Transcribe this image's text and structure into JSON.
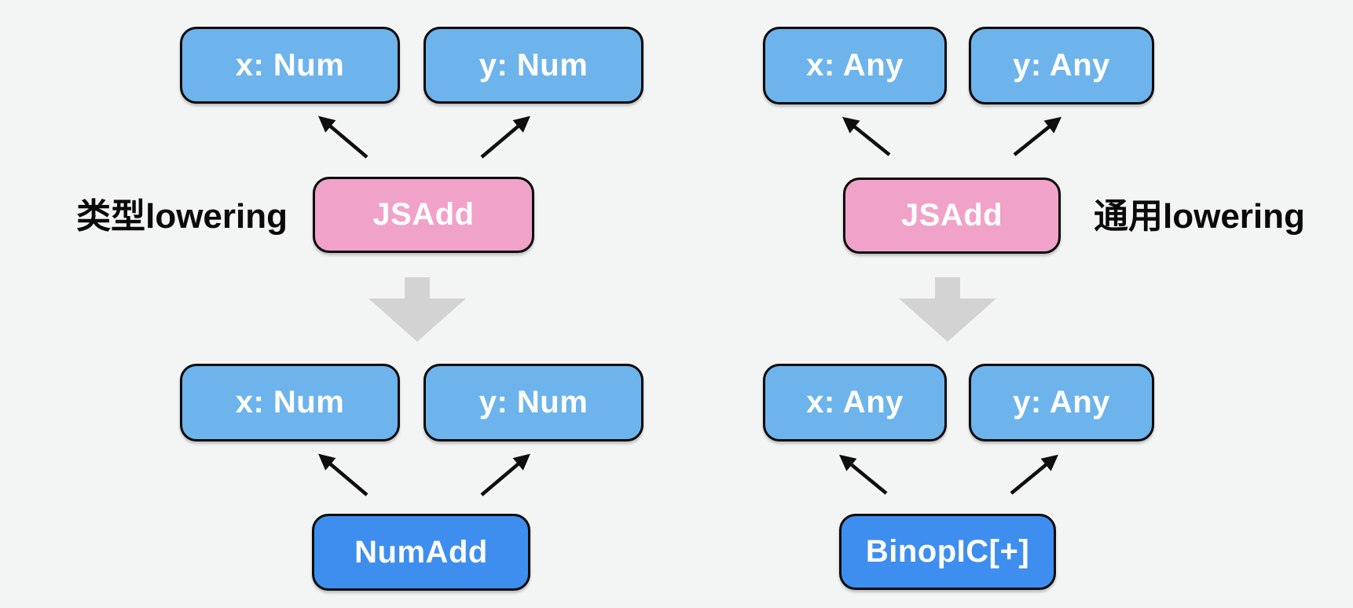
{
  "diagram": {
    "title_implied": "JSAdd lowering comparison",
    "colors": {
      "bg": "#f3f5f4",
      "light_blue": "#6db4ec",
      "dark_blue": "#3e8eef",
      "pink": "#f0a2c9",
      "gray_arrow": "#d2d3d2",
      "edge_black": "#0e0e0e",
      "node_text": "#ffffff",
      "label_text": "#0a0a0a"
    },
    "left": {
      "label": "类型lowering",
      "top_inputs": [
        "x: Num",
        "y: Num"
      ],
      "source_node": "JSAdd",
      "bottom_inputs": [
        "x: Num",
        "y: Num"
      ],
      "lowered_node": "NumAdd"
    },
    "right": {
      "label": "通用lowering",
      "top_inputs": [
        "x: Any",
        "y: Any"
      ],
      "source_node": "JSAdd",
      "bottom_inputs": [
        "x: Any",
        "y: Any"
      ],
      "lowered_node": "BinopIC[+]"
    },
    "icons": {
      "block_arrow": "down-block-arrow",
      "edge_arrow": "up-diagonal-arrow"
    }
  }
}
